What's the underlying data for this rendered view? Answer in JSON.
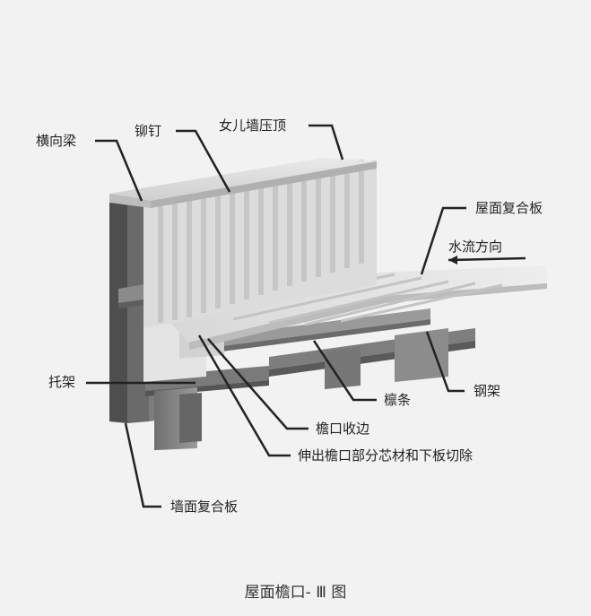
{
  "labels": {
    "cross_beam": "横向梁",
    "rivet": "铆钉",
    "parapet_cap": "女儿墙压顶",
    "roof_panel": "屋面复合板",
    "water_flow": "水流方向",
    "bracket": "托架",
    "purlin": "檩条",
    "steel_frame": "钢架",
    "eave_trim": "檐口收边",
    "cut_note": "伸出檐口部分芯材和下板切除",
    "wall_panel": "墙面复合板"
  },
  "caption": "屋面檐口- Ⅲ 图"
}
